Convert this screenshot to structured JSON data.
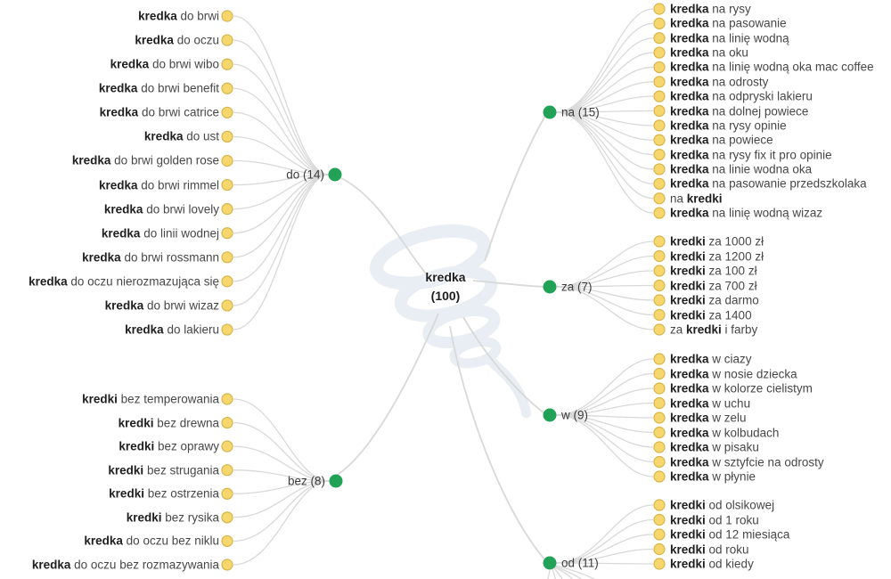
{
  "center": {
    "line1": "kredka",
    "line2": "(100)",
    "keyword": "kredka",
    "count": 100
  },
  "colors": {
    "leaf_fill": "#F5D76E",
    "leaf_stroke": "#D8B44A",
    "branch_fill": "#21A256",
    "edge": "#D9D9D9",
    "bold_text": "#1E1E1E",
    "normal_text": "#474747",
    "swirl": "#E9EEF4"
  },
  "groups": [
    {
      "id": "do",
      "label": "do (14)",
      "count": 14,
      "side": "left",
      "items": [
        {
          "segments": [
            {
              "text": "kredka",
              "bold": true
            },
            {
              "text": " do brwi",
              "bold": false
            }
          ]
        },
        {
          "segments": [
            {
              "text": "kredka",
              "bold": true
            },
            {
              "text": " do oczu",
              "bold": false
            }
          ]
        },
        {
          "segments": [
            {
              "text": "kredka",
              "bold": true
            },
            {
              "text": " do brwi wibo",
              "bold": false
            }
          ]
        },
        {
          "segments": [
            {
              "text": "kredka",
              "bold": true
            },
            {
              "text": " do brwi benefit",
              "bold": false
            }
          ]
        },
        {
          "segments": [
            {
              "text": "kredka",
              "bold": true
            },
            {
              "text": " do brwi catrice",
              "bold": false
            }
          ]
        },
        {
          "segments": [
            {
              "text": "kredka",
              "bold": true
            },
            {
              "text": " do ust",
              "bold": false
            }
          ]
        },
        {
          "segments": [
            {
              "text": "kredka",
              "bold": true
            },
            {
              "text": " do brwi golden rose",
              "bold": false
            }
          ]
        },
        {
          "segments": [
            {
              "text": "kredka",
              "bold": true
            },
            {
              "text": " do brwi rimmel",
              "bold": false
            }
          ]
        },
        {
          "segments": [
            {
              "text": "kredka",
              "bold": true
            },
            {
              "text": " do brwi lovely",
              "bold": false
            }
          ]
        },
        {
          "segments": [
            {
              "text": "kredka",
              "bold": true
            },
            {
              "text": " do linii wodnej",
              "bold": false
            }
          ]
        },
        {
          "segments": [
            {
              "text": "kredka",
              "bold": true
            },
            {
              "text": " do brwi rossmann",
              "bold": false
            }
          ]
        },
        {
          "segments": [
            {
              "text": "kredka",
              "bold": true
            },
            {
              "text": " do oczu nierozmazująca się",
              "bold": false
            }
          ]
        },
        {
          "segments": [
            {
              "text": "kredka",
              "bold": true
            },
            {
              "text": " do brwi wizaz",
              "bold": false
            }
          ]
        },
        {
          "segments": [
            {
              "text": "kredka",
              "bold": true
            },
            {
              "text": " do lakieru",
              "bold": false
            }
          ]
        }
      ]
    },
    {
      "id": "bez",
      "label": "bez (8)",
      "count": 8,
      "side": "left",
      "items": [
        {
          "segments": [
            {
              "text": "kredki",
              "bold": true
            },
            {
              "text": " bez temperowania",
              "bold": false
            }
          ]
        },
        {
          "segments": [
            {
              "text": "kredki",
              "bold": true
            },
            {
              "text": " bez drewna",
              "bold": false
            }
          ]
        },
        {
          "segments": [
            {
              "text": "kredki",
              "bold": true
            },
            {
              "text": " bez oprawy",
              "bold": false
            }
          ]
        },
        {
          "segments": [
            {
              "text": "kredki",
              "bold": true
            },
            {
              "text": " bez strugania",
              "bold": false
            }
          ]
        },
        {
          "segments": [
            {
              "text": "kredki",
              "bold": true
            },
            {
              "text": " bez ostrzenia",
              "bold": false
            }
          ]
        },
        {
          "segments": [
            {
              "text": "kredki",
              "bold": true
            },
            {
              "text": " bez rysika",
              "bold": false
            }
          ]
        },
        {
          "segments": [
            {
              "text": "kredka",
              "bold": true
            },
            {
              "text": " do oczu bez niklu",
              "bold": false
            }
          ]
        },
        {
          "segments": [
            {
              "text": "kredka",
              "bold": true
            },
            {
              "text": " do oczu bez rozmazywania",
              "bold": false
            }
          ]
        }
      ]
    },
    {
      "id": "na",
      "label": "na (15)",
      "count": 15,
      "side": "right",
      "items": [
        {
          "segments": [
            {
              "text": "kredka",
              "bold": true
            },
            {
              "text": " na rysy",
              "bold": false
            }
          ]
        },
        {
          "segments": [
            {
              "text": "kredka",
              "bold": true
            },
            {
              "text": " na pasowanie",
              "bold": false
            }
          ]
        },
        {
          "segments": [
            {
              "text": "kredka",
              "bold": true
            },
            {
              "text": " na linię wodną",
              "bold": false
            }
          ]
        },
        {
          "segments": [
            {
              "text": "kredka",
              "bold": true
            },
            {
              "text": " na oku",
              "bold": false
            }
          ]
        },
        {
          "segments": [
            {
              "text": "kredka",
              "bold": true
            },
            {
              "text": " na linię wodną oka mac coffee",
              "bold": false
            }
          ]
        },
        {
          "segments": [
            {
              "text": "kredka",
              "bold": true
            },
            {
              "text": " na odrosty",
              "bold": false
            }
          ]
        },
        {
          "segments": [
            {
              "text": "kredka",
              "bold": true
            },
            {
              "text": " na odpryski lakieru",
              "bold": false
            }
          ]
        },
        {
          "segments": [
            {
              "text": "kredka",
              "bold": true
            },
            {
              "text": " na dolnej powiece",
              "bold": false
            }
          ]
        },
        {
          "segments": [
            {
              "text": "kredka",
              "bold": true
            },
            {
              "text": " na rysy opinie",
              "bold": false
            }
          ]
        },
        {
          "segments": [
            {
              "text": "kredka",
              "bold": true
            },
            {
              "text": " na powiece",
              "bold": false
            }
          ]
        },
        {
          "segments": [
            {
              "text": "kredka",
              "bold": true
            },
            {
              "text": " na rysy fix it pro opinie",
              "bold": false
            }
          ]
        },
        {
          "segments": [
            {
              "text": "kredka",
              "bold": true
            },
            {
              "text": " na linie wodna oka",
              "bold": false
            }
          ]
        },
        {
          "segments": [
            {
              "text": "kredka",
              "bold": true
            },
            {
              "text": " na pasowanie przedszkolaka",
              "bold": false
            }
          ]
        },
        {
          "segments": [
            {
              "text": "na ",
              "bold": false
            },
            {
              "text": "kredki",
              "bold": true
            }
          ]
        },
        {
          "segments": [
            {
              "text": "kredka",
              "bold": true
            },
            {
              "text": " na linię wodną wizaz",
              "bold": false
            }
          ]
        }
      ]
    },
    {
      "id": "za",
      "label": "za (7)",
      "count": 7,
      "side": "right",
      "items": [
        {
          "segments": [
            {
              "text": "kredki",
              "bold": true
            },
            {
              "text": " za 1000 zł",
              "bold": false
            }
          ]
        },
        {
          "segments": [
            {
              "text": "kredki",
              "bold": true
            },
            {
              "text": " za 1200 zł",
              "bold": false
            }
          ]
        },
        {
          "segments": [
            {
              "text": "kredki",
              "bold": true
            },
            {
              "text": " za 100 zł",
              "bold": false
            }
          ]
        },
        {
          "segments": [
            {
              "text": "kredki",
              "bold": true
            },
            {
              "text": " za 700 zł",
              "bold": false
            }
          ]
        },
        {
          "segments": [
            {
              "text": "kredki",
              "bold": true
            },
            {
              "text": " za darmo",
              "bold": false
            }
          ]
        },
        {
          "segments": [
            {
              "text": "kredki",
              "bold": true
            },
            {
              "text": " za 1400",
              "bold": false
            }
          ]
        },
        {
          "segments": [
            {
              "text": "za ",
              "bold": false
            },
            {
              "text": "kredki",
              "bold": true
            },
            {
              "text": " i farby",
              "bold": false
            }
          ]
        }
      ]
    },
    {
      "id": "w",
      "label": "w (9)",
      "count": 9,
      "side": "right",
      "items": [
        {
          "segments": [
            {
              "text": "kredka",
              "bold": true
            },
            {
              "text": " w ciazy",
              "bold": false
            }
          ]
        },
        {
          "segments": [
            {
              "text": "kredka",
              "bold": true
            },
            {
              "text": " w nosie dziecka",
              "bold": false
            }
          ]
        },
        {
          "segments": [
            {
              "text": "kredka",
              "bold": true
            },
            {
              "text": " w kolorze cielistym",
              "bold": false
            }
          ]
        },
        {
          "segments": [
            {
              "text": "kredka",
              "bold": true
            },
            {
              "text": " w uchu",
              "bold": false
            }
          ]
        },
        {
          "segments": [
            {
              "text": "kredka",
              "bold": true
            },
            {
              "text": " w zelu",
              "bold": false
            }
          ]
        },
        {
          "segments": [
            {
              "text": "kredka",
              "bold": true
            },
            {
              "text": " w kolbudach",
              "bold": false
            }
          ]
        },
        {
          "segments": [
            {
              "text": "kredka",
              "bold": true
            },
            {
              "text": " w pisaku",
              "bold": false
            }
          ]
        },
        {
          "segments": [
            {
              "text": "kredka",
              "bold": true
            },
            {
              "text": " w sztyfcie na odrosty",
              "bold": false
            }
          ]
        },
        {
          "segments": [
            {
              "text": "kredka",
              "bold": true
            },
            {
              "text": " w płynie",
              "bold": false
            }
          ]
        }
      ]
    },
    {
      "id": "od",
      "label": "od (11)",
      "count": 11,
      "side": "right",
      "items": [
        {
          "segments": [
            {
              "text": "kredki",
              "bold": true
            },
            {
              "text": " od olsikowej",
              "bold": false
            }
          ]
        },
        {
          "segments": [
            {
              "text": "kredki",
              "bold": true
            },
            {
              "text": " od 1 roku",
              "bold": false
            }
          ]
        },
        {
          "segments": [
            {
              "text": "kredki",
              "bold": true
            },
            {
              "text": " od 12 miesiąca",
              "bold": false
            }
          ]
        },
        {
          "segments": [
            {
              "text": "kredki",
              "bold": true
            },
            {
              "text": " od roku",
              "bold": false
            }
          ]
        },
        {
          "segments": [
            {
              "text": "kredki",
              "bold": true
            },
            {
              "text": " od kiedy",
              "bold": false
            }
          ]
        }
      ]
    }
  ]
}
